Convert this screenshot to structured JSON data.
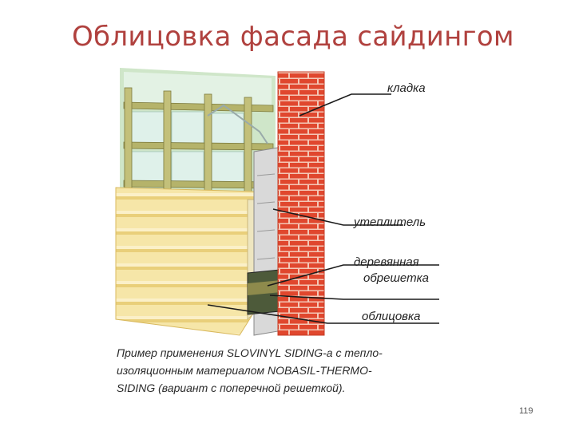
{
  "slide": {
    "title": "Облицовка фасада сайдингом",
    "page_number": "119"
  },
  "diagram": {
    "labels": {
      "masonry": "кладка",
      "insulation": "утеплитель",
      "wooden_lathing_line1": "деревянная",
      "wooden_lathing_line2": "обрешетка",
      "cladding": "облицовка"
    },
    "caption": [
      "Пример применения SLOVINYL SIDING-а с тепло-",
      "изоляционным  материалом NOBASIL-THERMO-",
      "SIDING (вариант с поперечной решеткой)."
    ],
    "colors": {
      "title": "#b0413e",
      "brick": "#e0472e",
      "mortar": "#f4c7b6",
      "lathing": "#b5b36a",
      "insulation": "#d6efe6",
      "siding": "#f4e2a0"
    }
  }
}
